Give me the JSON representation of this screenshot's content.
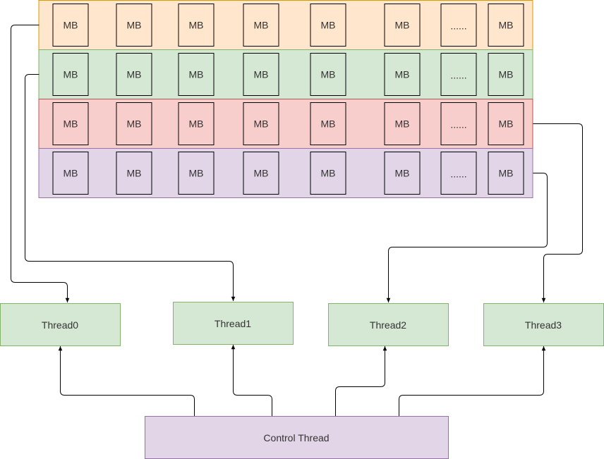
{
  "diagram": {
    "rows": [
      {
        "fill": "#ffe6cc",
        "stroke": "#d79b00",
        "cells": [
          "MB",
          "MB",
          "MB",
          "MB",
          "MB",
          "MB",
          "......",
          "MB"
        ]
      },
      {
        "fill": "#d5e8d4",
        "stroke": "#82b366",
        "cells": [
          "MB",
          "MB",
          "MB",
          "MB",
          "MB",
          "MB",
          "......",
          "MB"
        ]
      },
      {
        "fill": "#f8cecc",
        "stroke": "#b85450",
        "cells": [
          "MB",
          "MB",
          "MB",
          "MB",
          "MB",
          "MB",
          "......",
          "MB"
        ]
      },
      {
        "fill": "#e1d5e7",
        "stroke": "#9673a6",
        "cells": [
          "MB",
          "MB",
          "MB",
          "MB",
          "MB",
          "MB",
          "......",
          "MB"
        ]
      }
    ],
    "threads": [
      {
        "label": "Thread0"
      },
      {
        "label": "Thread1"
      },
      {
        "label": "Thread2"
      },
      {
        "label": "Thread3"
      }
    ],
    "thread_fill": "#d5e8d4",
    "thread_stroke": "#82b366",
    "control": {
      "label": "Control Thread",
      "fill": "#e1d5e7",
      "stroke": "#9673a6"
    },
    "edges": [
      {
        "from": "row-0",
        "to": "thread-0"
      },
      {
        "from": "row-1",
        "to": "thread-1"
      },
      {
        "from": "row-3",
        "to": "thread-2"
      },
      {
        "from": "row-2",
        "to": "thread-3"
      },
      {
        "from": "control",
        "to": "thread-0"
      },
      {
        "from": "control",
        "to": "thread-1"
      },
      {
        "from": "control",
        "to": "thread-2"
      },
      {
        "from": "control",
        "to": "thread-3"
      }
    ]
  }
}
